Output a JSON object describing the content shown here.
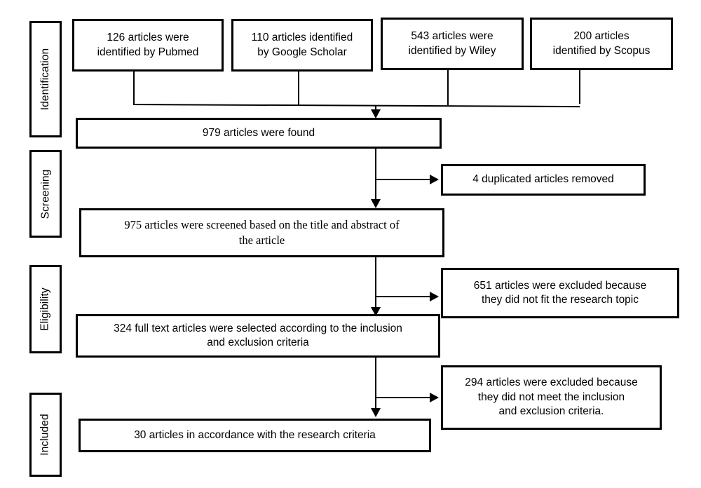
{
  "diagram": {
    "title": "PRISMA article selection flow diagram",
    "line_color": "#000000",
    "box_fill": "#ffffff"
  },
  "stages": [
    {
      "id": "identification",
      "label": "Identification"
    },
    {
      "id": "screening",
      "label": "Screening"
    },
    {
      "id": "eligibility",
      "label": "Eligibility"
    },
    {
      "id": "included",
      "label": "Included"
    }
  ],
  "sources": [
    {
      "id": "pubmed",
      "line1": "126 articles were",
      "line2": "identified by Pubmed",
      "count": 126,
      "database": "Pubmed"
    },
    {
      "id": "google-scholar",
      "line1": "110 articles identified",
      "line2": "by Google Scholar",
      "count": 110,
      "database": "Google Scholar"
    },
    {
      "id": "wiley",
      "line1": "543 articles were",
      "line2": "identified by Wiley",
      "count": 543,
      "database": "Wiley"
    },
    {
      "id": "scopus",
      "line1": "200 articles",
      "line2": "identified by Scopus",
      "count": 200,
      "database": "Scopus"
    }
  ],
  "flow": {
    "found": {
      "text": "979 articles were found",
      "count": 979
    },
    "screened": {
      "line1": "975 articles were screened based on the title and abstract of",
      "line2": "the article",
      "count": 975
    },
    "fulltext": {
      "line1": "324 full text articles were selected according to the inclusion",
      "line2": "and exclusion criteria",
      "count": 324
    },
    "included": {
      "text": "30 articles in accordance with the research criteria",
      "count": 30
    }
  },
  "exclusions": [
    {
      "id": "duplicates",
      "line1": "4 duplicated articles removed",
      "line2": "",
      "line3": "",
      "count": 4
    },
    {
      "id": "off-topic",
      "line1": "651 articles were excluded because",
      "line2": "they did not fit the research topic",
      "line3": "",
      "count": 651
    },
    {
      "id": "criteria",
      "line1": "294 articles were excluded because",
      "line2": "they did not meet the inclusion",
      "line3": "and exclusion criteria.",
      "count": 294
    }
  ]
}
